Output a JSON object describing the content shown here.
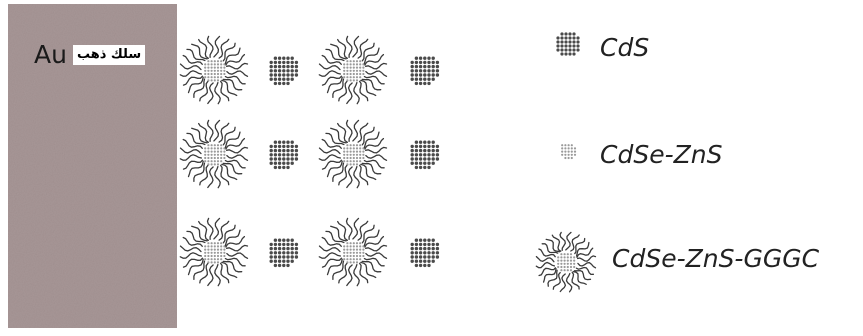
{
  "electrode": {
    "symbol": "Au",
    "arabic_label": "سلك ذهب",
    "color": "#a89797"
  },
  "grid": {
    "rows": 3,
    "pattern": [
      "shell",
      "core",
      "shell",
      "core"
    ]
  },
  "legend": [
    {
      "label": "CdS",
      "icon": "cds-dotted-sphere-icon"
    },
    {
      "label": "CdSe-ZnS",
      "icon": "cdse-zns-small-dot-icon"
    },
    {
      "label": "CdSe-ZnS-GGGC",
      "icon": "cdse-zns-gggc-hairy-sphere-icon"
    }
  ],
  "colors": {
    "dot": "#4a4a4a",
    "light_dot": "#9a9a9a",
    "hair": "#3a3a3a"
  }
}
